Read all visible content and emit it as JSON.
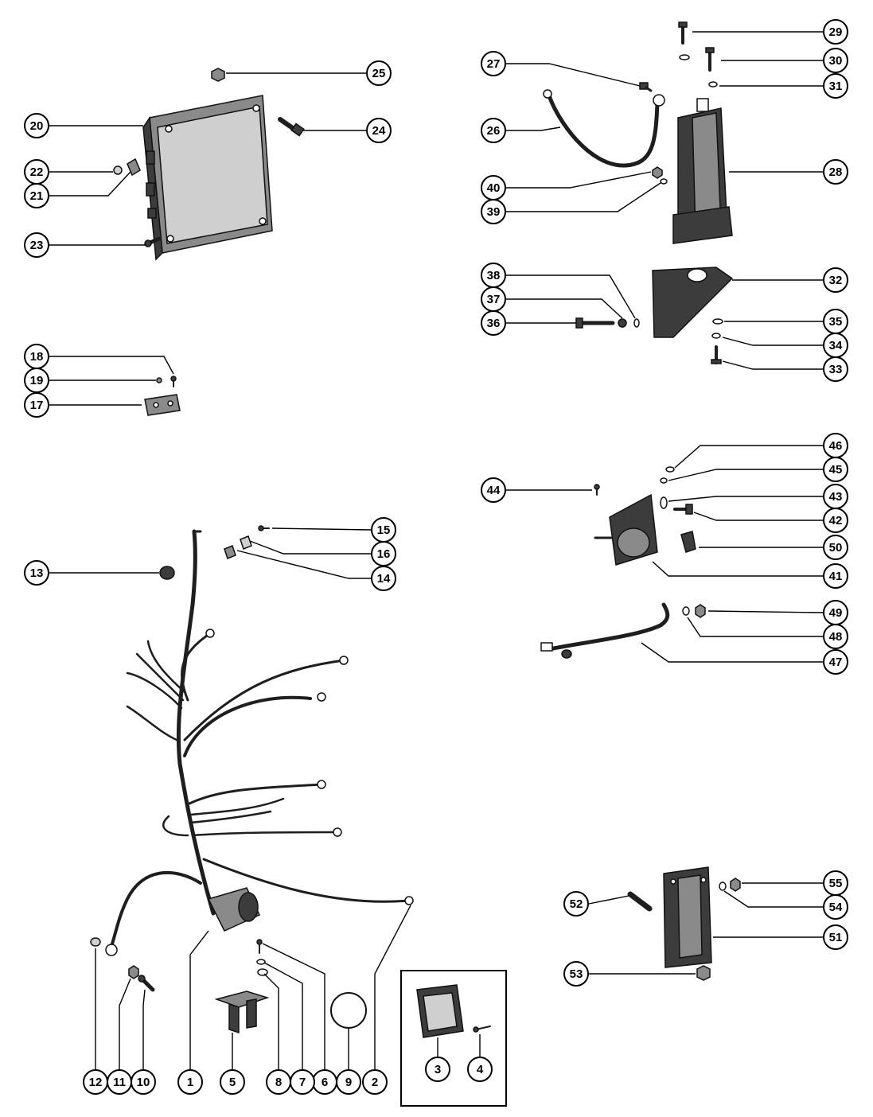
{
  "callouts": [
    {
      "num": "1"
    },
    {
      "num": "2"
    },
    {
      "num": "3"
    },
    {
      "num": "4"
    },
    {
      "num": "5"
    },
    {
      "num": "6"
    },
    {
      "num": "7"
    },
    {
      "num": "8"
    },
    {
      "num": "9"
    },
    {
      "num": "10"
    },
    {
      "num": "11"
    },
    {
      "num": "12"
    },
    {
      "num": "13"
    },
    {
      "num": "14"
    },
    {
      "num": "15"
    },
    {
      "num": "16"
    },
    {
      "num": "17"
    },
    {
      "num": "18"
    },
    {
      "num": "19"
    },
    {
      "num": "20"
    },
    {
      "num": "21"
    },
    {
      "num": "22"
    },
    {
      "num": "23"
    },
    {
      "num": "24"
    },
    {
      "num": "25"
    },
    {
      "num": "26"
    },
    {
      "num": "27"
    },
    {
      "num": "28"
    },
    {
      "num": "29"
    },
    {
      "num": "30"
    },
    {
      "num": "31"
    },
    {
      "num": "32"
    },
    {
      "num": "33"
    },
    {
      "num": "34"
    },
    {
      "num": "35"
    },
    {
      "num": "36"
    },
    {
      "num": "37"
    },
    {
      "num": "38"
    },
    {
      "num": "39"
    },
    {
      "num": "40"
    },
    {
      "num": "41"
    },
    {
      "num": "42"
    },
    {
      "num": "43"
    },
    {
      "num": "44"
    },
    {
      "num": "45"
    },
    {
      "num": "46"
    },
    {
      "num": "47"
    },
    {
      "num": "48"
    },
    {
      "num": "49"
    },
    {
      "num": "50"
    },
    {
      "num": "51"
    },
    {
      "num": "52"
    },
    {
      "num": "53"
    },
    {
      "num": "54"
    },
    {
      "num": "55"
    }
  ]
}
